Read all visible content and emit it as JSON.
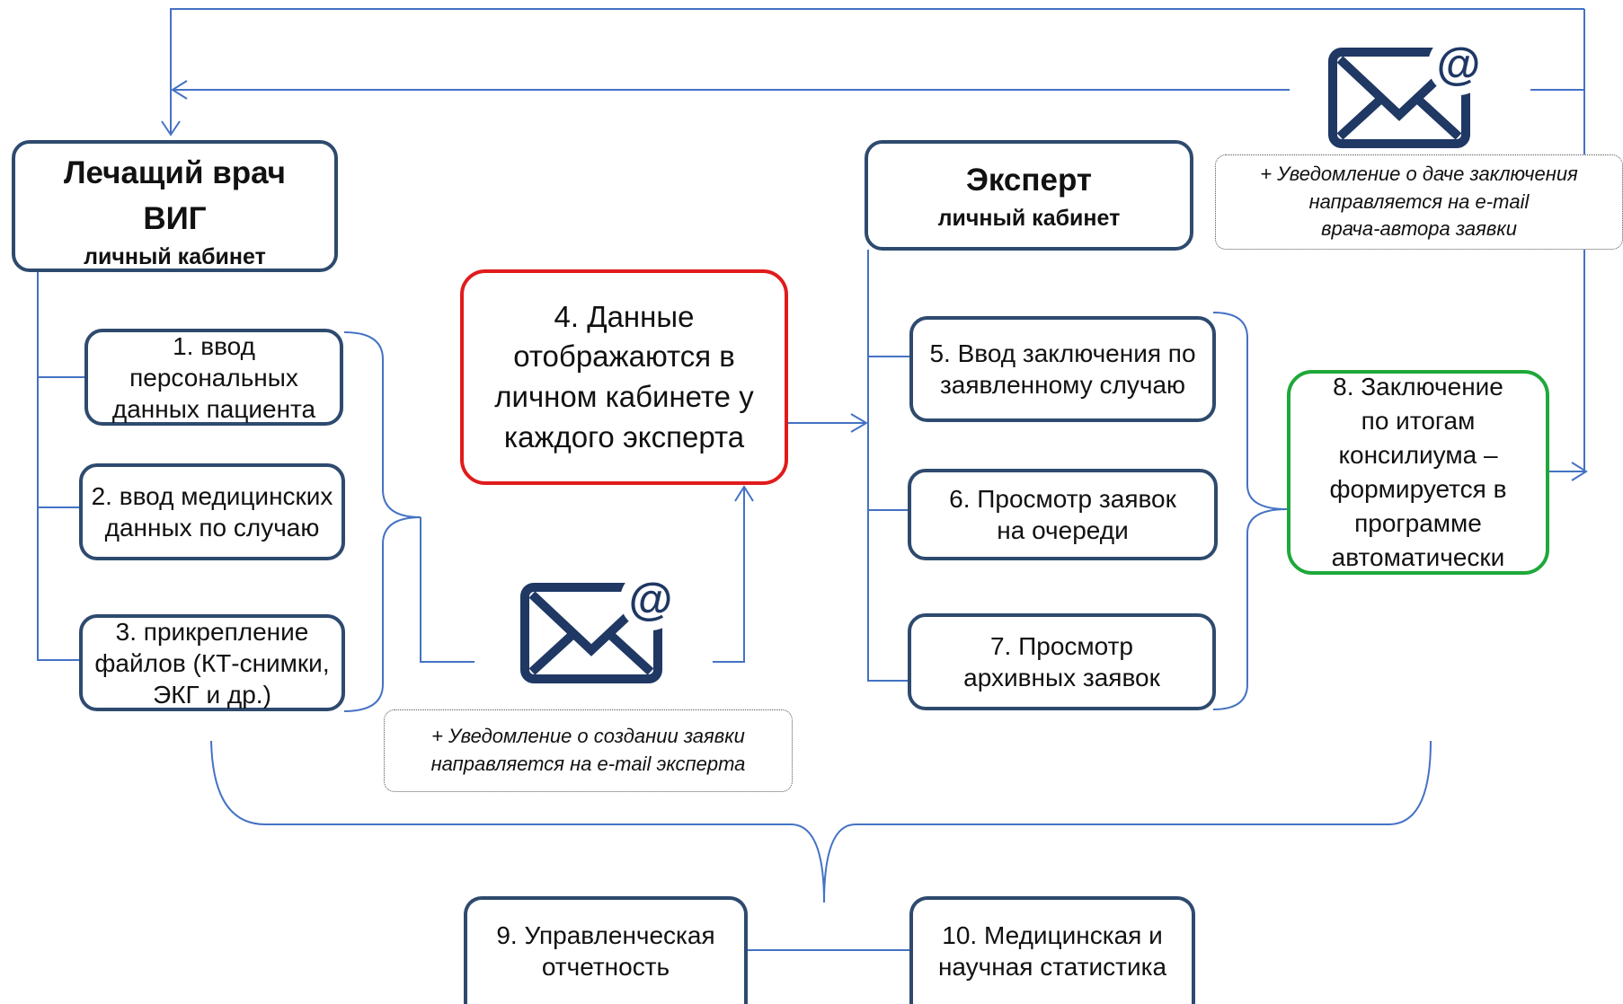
{
  "doctor": {
    "title_line1": "Лечащий врач",
    "title_line2": "ВИГ",
    "subtitle": "личный кабинет"
  },
  "doctor_steps": [
    {
      "label": "1. ввод персональных данных пациента"
    },
    {
      "label": "2. ввод медицинских данных по случаю"
    },
    {
      "label": "3. прикрепление файлов (КТ-снимки, ЭКГ и др.)"
    }
  ],
  "center_box": {
    "label": "4. Данные отображаются в личном кабинете у каждого эксперта"
  },
  "expert": {
    "title": "Эксперт",
    "subtitle": "личный кабинет"
  },
  "expert_steps": [
    {
      "label": "5. Ввод заключения по заявленному случаю"
    },
    {
      "label": "6. Просмотр заявок на очереди"
    },
    {
      "label": "7. Просмотр архивных заявок"
    }
  ],
  "conclusion_box": {
    "label": "8.  Заключение по итогам консилиума – формируется в программе автоматически"
  },
  "notes": {
    "expert_notify_line1": "+ Уведомление о создании заявки",
    "expert_notify_line2": "направляется на  e-mail эксперта",
    "doctor_notify_line1": "+ Уведомление о даче заключения",
    "doctor_notify_line2": "направляется на  e-mail",
    "doctor_notify_line3": "врача-автора заявки"
  },
  "bottom_boxes": [
    {
      "label": "9. Управленческая отчетность"
    },
    {
      "label": "10. Медицинская и научная статистика"
    }
  ],
  "icons": {
    "email": "email-at-icon"
  },
  "colors": {
    "box_border": "#2e4a6e",
    "connector": "#4472c4",
    "center_border": "#e11b1b",
    "conclusion_border": "#1ea83a",
    "envelope": "#1f3864"
  }
}
